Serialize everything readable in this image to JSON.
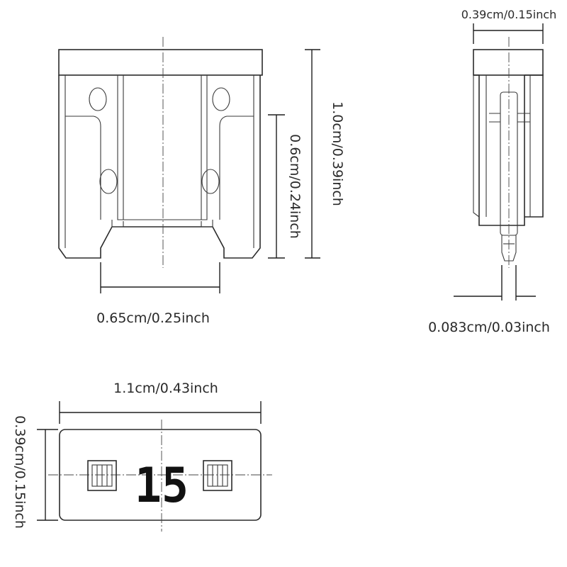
{
  "front_view": {
    "height_label": "1.0cm/0.39inch",
    "inner_height_label": "0.6cm/0.24inch",
    "leg_width_label": "0.65cm/0.25inch"
  },
  "side_view": {
    "width_label": "0.39cm/0.15inch",
    "blade_thickness_label": "0.083cm/0.03inch"
  },
  "top_view": {
    "width_label": "1.1cm/0.43inch",
    "height_label": "0.39cm/0.15inch",
    "rating": "15"
  }
}
